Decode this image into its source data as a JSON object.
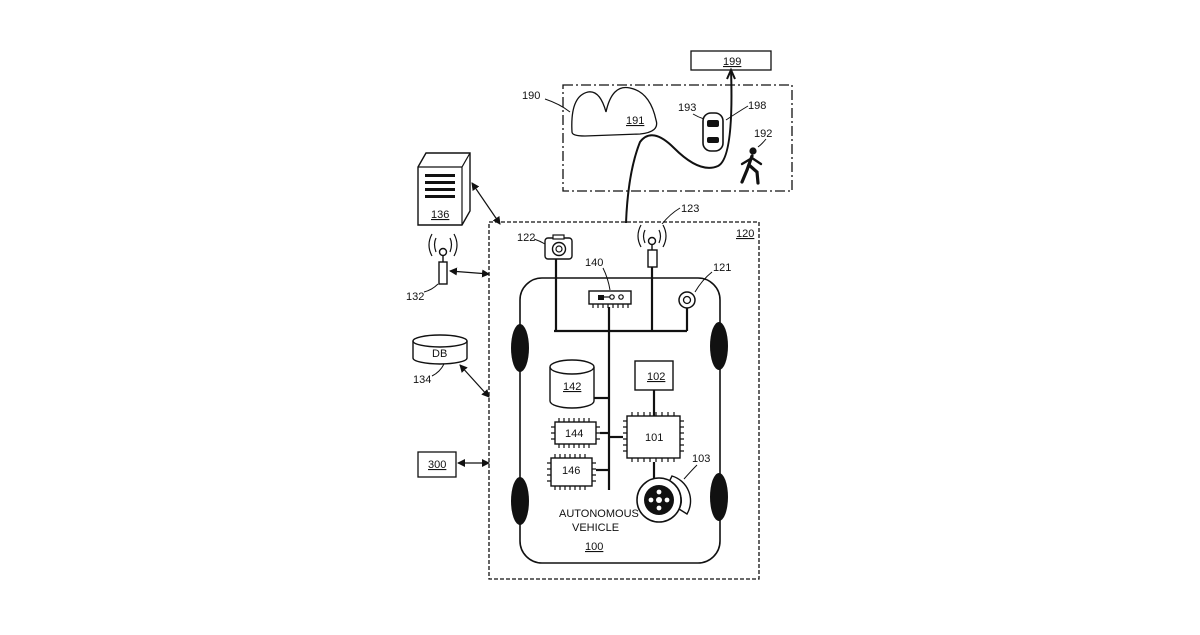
{
  "labels": {
    "ref_190": "190",
    "ref_191": "191",
    "ref_192": "192",
    "ref_193": "193",
    "ref_198": "198",
    "ref_199": "199",
    "ref_136": "136",
    "ref_132": "132",
    "ref_134": "134",
    "db": "DB",
    "ref_300": "300",
    "ref_120": "120",
    "ref_122": "122",
    "ref_123": "123",
    "ref_140": "140",
    "ref_121": "121",
    "ref_142": "142",
    "ref_102": "102",
    "ref_144": "144",
    "ref_101": "101",
    "ref_146": "146",
    "ref_103": "103",
    "vehicle_line1": "AUTONOMOUS",
    "vehicle_line2": "VEHICLE",
    "ref_100": "100"
  }
}
